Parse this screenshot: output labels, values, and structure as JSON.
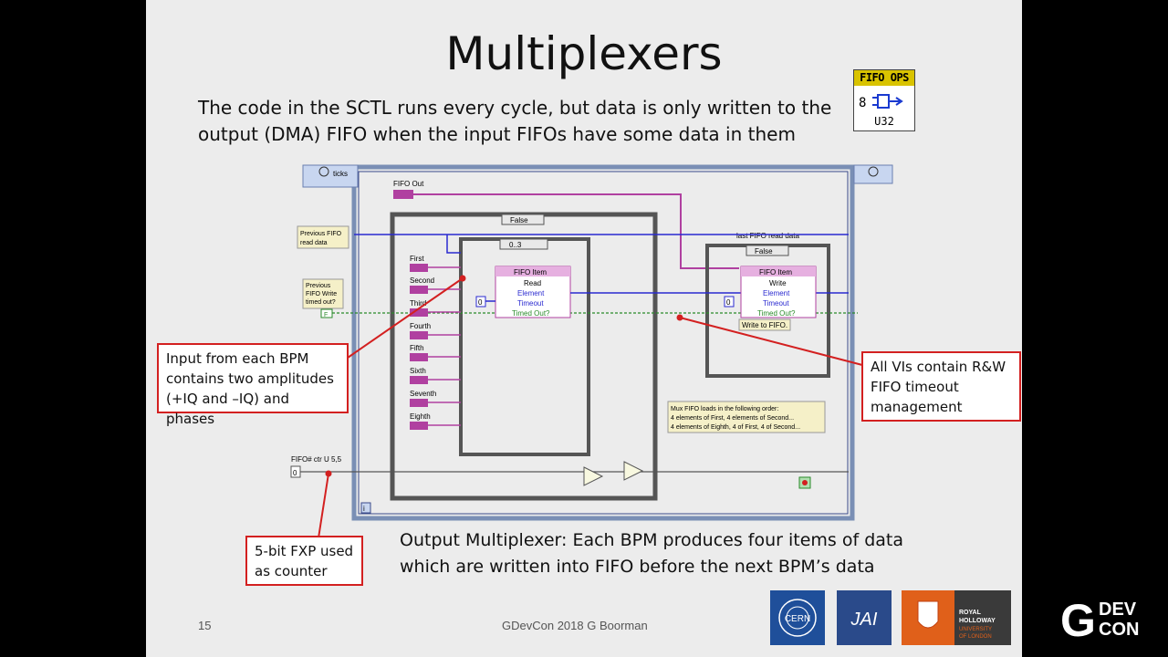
{
  "slide": {
    "title": "Multiplexers",
    "intro_line1": "The code in the SCTL runs every cycle, but data is only written to the",
    "intro_line2": "output (DMA) FIFO when the input FIFOs have some data in them",
    "fifo_icon": {
      "header": "FIFO OPS",
      "number": "8",
      "type": "U32"
    },
    "diagram": {
      "ticks_label": "ticks",
      "fifo_out_label": "FIFO Out",
      "false_selector": "False",
      "range_selector": "0..3",
      "last_fifo_label": "last FIFO read data",
      "previous_fifo_read": [
        "Previous FIFO",
        "read data"
      ],
      "previous_fifo_write": [
        "Previous",
        "FIFO Write",
        "timed out?"
      ],
      "input_labels": [
        "First",
        "Second",
        "Third",
        "Fourth",
        "Fifth",
        "Sixth",
        "Seventh",
        "Eighth"
      ],
      "read_node": {
        "title": "FIFO Item",
        "rows": [
          "Read",
          "Element",
          "Timeout",
          "Timed Out?"
        ]
      },
      "write_node": {
        "title": "FIFO Item",
        "rows": [
          "Write",
          "Element",
          "Timeout",
          "Timed Out?"
        ]
      },
      "write_to_fifo": "Write to FIFO.",
      "const_zero": "0",
      "mux_note": [
        "Mux FIFO loads in the following order:",
        "4 elements of First, 4 elements of Second...",
        "4 elements of Eighth, 4 of First, 4 of Second..."
      ],
      "fifo_ctr_label": "FIFO# ctr U 5,5",
      "fifo_ctr_value": "0",
      "loop_index": "i",
      "false_const": "F"
    },
    "callouts": {
      "input": [
        "Input from each BPM",
        "contains two amplitudes",
        "(+IQ and –IQ) and phases"
      ],
      "vis": [
        "All VIs contain R&W",
        "FIFO timeout",
        "management"
      ],
      "fxp": [
        "5-bit FXP used",
        "as counter"
      ]
    },
    "caption_line1": "Output Multiplexer: Each BPM produces four items of data",
    "caption_line2": "which are written into FIFO before the next BPM’s data",
    "slide_number": "15",
    "footer_center": "GDevCon 2018  G Boorman",
    "logos": {
      "cern": "CERN",
      "jai": "JAI",
      "royal_holloway": [
        "ROYAL",
        "HOLLOWAY",
        "UNIVERSITY",
        "OF LONDON"
      ]
    }
  },
  "brand": {
    "g": "G",
    "dev": "DEV",
    "con": "CON"
  },
  "colors": {
    "callout_border": "#d32020",
    "wire_blue": "#2a2ad0",
    "wire_pink": "#b040a0",
    "wire_green": "#2a8a2a",
    "fifo_header": "#d9c300"
  }
}
